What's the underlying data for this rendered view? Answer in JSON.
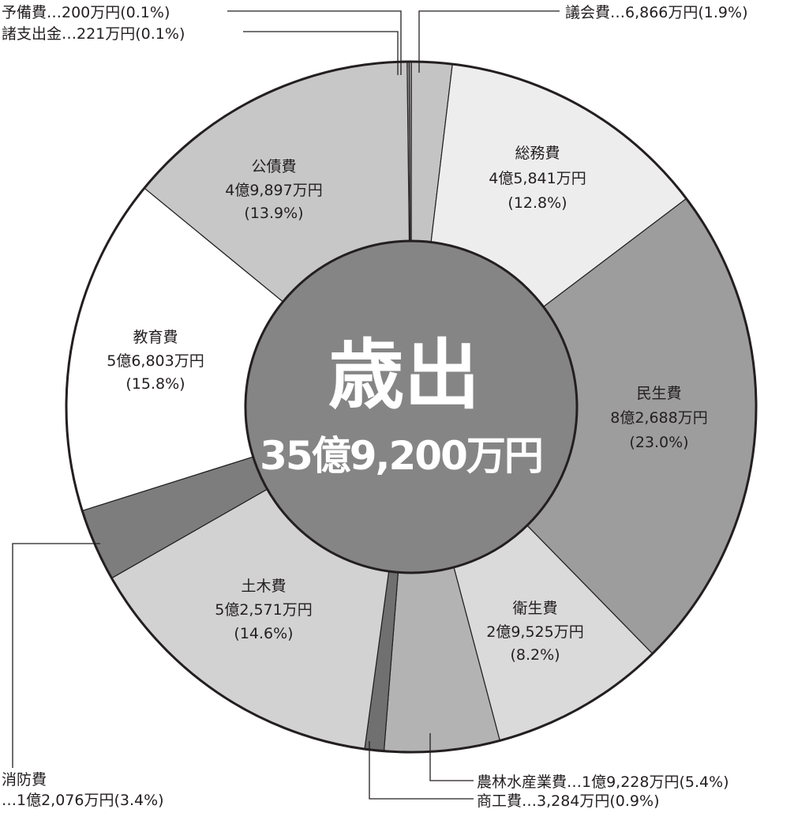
{
  "chart_data": {
    "type": "pie",
    "variant": "donut",
    "title": "歳出",
    "total_label": "35億9,200万円",
    "unit": "万円",
    "order": "clockwise from top",
    "slices": [
      {
        "name": "予備費",
        "amount": "200万円",
        "percent": 0.1,
        "label_pct": "(0.1%)",
        "color": "#9a9a9a"
      },
      {
        "name": "諸支出金",
        "amount": "221万円",
        "percent": 0.1,
        "label_pct": "(0.1%)",
        "color": "#b4b4b4"
      },
      {
        "name": "議会費",
        "amount": "6,866万円",
        "percent": 1.9,
        "label_pct": "(1.9%)",
        "color": "#c4c4c5"
      },
      {
        "name": "総務費",
        "amount": "4億5,841万円",
        "percent": 12.8,
        "label_pct": "(12.8%)",
        "color": "#ededed"
      },
      {
        "name": "民生費",
        "amount": "8億2,688万円",
        "percent": 23.0,
        "label_pct": "(23.0%)",
        "color": "#9d9d9e"
      },
      {
        "name": "衛生費",
        "amount": "2億9,525万円",
        "percent": 8.2,
        "label_pct": "(8.2%)",
        "color": "#dadadb"
      },
      {
        "name": "農林水産業費",
        "amount": "1億9,228万円",
        "percent": 5.4,
        "label_pct": "(5.4%)",
        "color": "#b3b3b4"
      },
      {
        "name": "商工費",
        "amount": "3,284万円",
        "percent": 0.9,
        "label_pct": "(0.9%)",
        "color": "#707071"
      },
      {
        "name": "土木費",
        "amount": "5億2,571万円",
        "percent": 14.6,
        "label_pct": "(14.6%)",
        "color": "#d2d2d3"
      },
      {
        "name": "消防費",
        "amount": "1億2,076万円",
        "percent": 3.4,
        "label_pct": "(3.4%)",
        "color": "#7d7d7e"
      },
      {
        "name": "教育費",
        "amount": "5億6,803万円",
        "percent": 15.8,
        "label_pct": "(15.8%)",
        "color": "#ffffff"
      },
      {
        "name": "公債費",
        "amount": "4億9,897万円",
        "percent": 13.9,
        "label_pct": "(13.9%)",
        "color": "#c7c7c8"
      }
    ],
    "center_color": "#858585"
  },
  "labels": {
    "center_title": "歳出",
    "center_total": "35億9,200万円",
    "soumu": {
      "name": "総務費",
      "amount": "4億5,841万円",
      "pct": "(12.8%)"
    },
    "minsei": {
      "name": "民生費",
      "amount": "8億2,688万円",
      "pct": "(23.0%)"
    },
    "eisei": {
      "name": "衛生費",
      "amount": "2億9,525万円",
      "pct": "(8.2%)"
    },
    "doboku": {
      "name": "土木費",
      "amount": "5億2,571万円",
      "pct": "(14.6%)"
    },
    "kyoiku": {
      "name": "教育費",
      "amount": "5億6,803万円",
      "pct": "(15.8%)"
    },
    "kousai": {
      "name": "公債費",
      "amount": "4億9,897万円",
      "pct": "(13.9%)"
    },
    "yobi": "予備費…200万円(0.1%)",
    "shoshishutsu": "諸支出金…221万円(0.1%)",
    "gikai": "議会費…6,866万円(1.9%)",
    "shobo_name": "消防費",
    "shobo_value": "…1億2,076万円(3.4%)",
    "norin": "農林水産業費…1億9,228万円(5.4%)",
    "shoko": "商工費…3,284万円(0.9%)"
  }
}
